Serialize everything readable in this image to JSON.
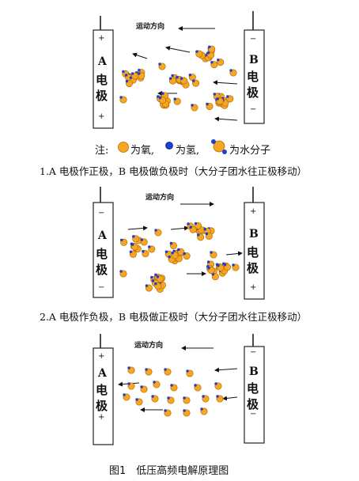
{
  "panels": [
    {
      "direction_label": "运动方向",
      "left_electrode": {
        "letter": "A",
        "chars": [
          "电",
          "极"
        ],
        "sign_top": "+",
        "sign_bottom": "+"
      },
      "right_electrode": {
        "letter": "B",
        "chars": [
          "电",
          "极"
        ],
        "sign_top": "−",
        "sign_bottom": "−"
      }
    },
    {
      "direction_label": "运动方向",
      "left_electrode": {
        "letter": "A",
        "chars": [
          "电",
          "极"
        ],
        "sign_top": "−",
        "sign_bottom": "−"
      },
      "right_electrode": {
        "letter": "B",
        "chars": [
          "电",
          "极"
        ],
        "sign_top": "+",
        "sign_bottom": "+"
      }
    },
    {
      "direction_label": "运动方向",
      "left_electrode": {
        "letter": "A",
        "chars": [
          "电",
          "极"
        ],
        "sign_top": "+",
        "sign_bottom": "+"
      },
      "right_electrode": {
        "letter": "B",
        "chars": [
          "电",
          "极"
        ],
        "sign_top": "−",
        "sign_bottom": "−"
      }
    }
  ],
  "legend": {
    "prefix": "注:",
    "oxygen": "为氧,",
    "hydrogen": "为氢,",
    "water": "为水分子"
  },
  "captions": [
    "1.A 电极作正极，B 电极做负极时（大分子团水往正极移动）",
    "2.A 电极作负极，B 电极做正极时（大分子团水往正极移动）"
  ],
  "figure_caption": "图1　低压高频电解原理图",
  "colors": {
    "oxygen": "#f5a623",
    "oxygen_stroke": "#b86e00",
    "hydrogen": "#1f3fd1",
    "electrode_border": "#222222"
  }
}
